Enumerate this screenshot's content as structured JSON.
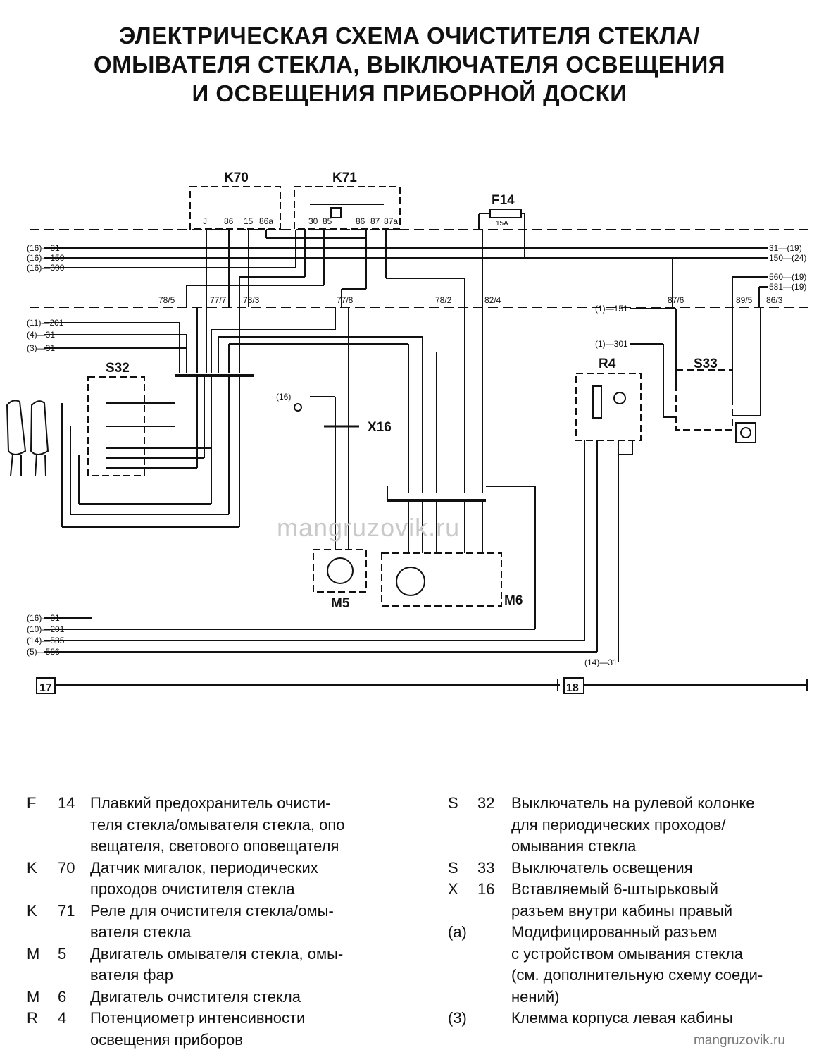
{
  "title_lines": [
    "ЭЛЕКТРИЧЕСКАЯ СХЕМА ОЧИСТИТЕЛЯ СТЕКЛА/",
    "ОМЫВАТЕЛЯ СТЕКЛА, ВЫКЛЮЧАТЕЛЯ ОСВЕЩЕНИЯ",
    "И ОСВЕЩЕНИЯ ПРИБОРНОЙ ДОСКИ"
  ],
  "components": {
    "k70": "K70",
    "k71": "K71",
    "f14": "F14",
    "f14_rating": "15A",
    "s32": "S32",
    "s33": "S33",
    "r4": "R4",
    "x16": "X16",
    "m5": "M5",
    "m6": "M6"
  },
  "left_wires_top": [
    "(16)—31",
    "(16)—150",
    "(16)—300"
  ],
  "right_wires_top": [
    "31—(19)",
    "150—(24)",
    "560—(19)",
    "581—(19)"
  ],
  "left_wires_mid": [
    "(11)—201",
    "(4)—31",
    "(3)—31"
  ],
  "left_wires_bottom": [
    "(16)—31",
    "(10)—201",
    "(14)—585",
    "(5)—586"
  ],
  "bottom_right_ref": "(14)—31",
  "right_inputs": [
    "(1)—151",
    "(1)—301"
  ],
  "connectors": [
    "78/5",
    "77/7",
    "78/3",
    "77/8",
    "78/2",
    "82/4",
    "87/6",
    "89/5",
    "86/3"
  ],
  "k70_pins": [
    "J",
    "86",
    "15",
    "86a"
  ],
  "k71_pins": [
    "30",
    "85",
    "86",
    "87",
    "87a"
  ],
  "ground_ref": "(16)",
  "page_refs": [
    "17",
    "18"
  ],
  "watermark": "mangruzovik.ru",
  "footer_watermark": "mangruzovik.ru",
  "legend_left": [
    {
      "letter": "F",
      "num": "14",
      "lines": [
        "Плавкий предохранитель очисти-",
        "теля стекла/омывателя стекла,  опо",
        "вещателя, светового оповещателя"
      ]
    },
    {
      "letter": "K",
      "num": "70",
      "lines": [
        "Датчик мигалок, периодических",
        "проходов очистителя стекла"
      ]
    },
    {
      "letter": "K",
      "num": "71",
      "lines": [
        "Реле для очистителя стекла/омы-",
        "вателя стекла"
      ]
    },
    {
      "letter": "M",
      "num": "5",
      "lines": [
        "Двигатель омывателя стекла, омы-",
        "вателя фар"
      ]
    },
    {
      "letter": "M",
      "num": "6",
      "lines": [
        "Двигатель очистителя стекла"
      ]
    },
    {
      "letter": "R",
      "num": "4",
      "lines": [
        "Потенциометр интенсивности",
        "освещения приборов"
      ]
    }
  ],
  "legend_right": [
    {
      "letter": "S",
      "num": "32",
      "lines": [
        "Выключатель на рулевой колонке",
        "для периодических проходов/",
        "омывания стекла"
      ]
    },
    {
      "letter": "S",
      "num": "33",
      "lines": [
        "Выключатель освещения"
      ]
    },
    {
      "letter": "X",
      "num": "16",
      "lines": [
        "Вставляемый 6-штырьковый",
        "разъем внутри кабины правый"
      ]
    },
    {
      "letter": "(a)",
      "num": "",
      "lines": [
        "Модифицированный разъем",
        "с устройством омывания стекла",
        "(см. дополнительную схему соеди-",
        "нений)"
      ]
    },
    {
      "letter": "(3)",
      "num": "",
      "lines": [
        "Клемма корпуса левая кабины"
      ]
    }
  ]
}
